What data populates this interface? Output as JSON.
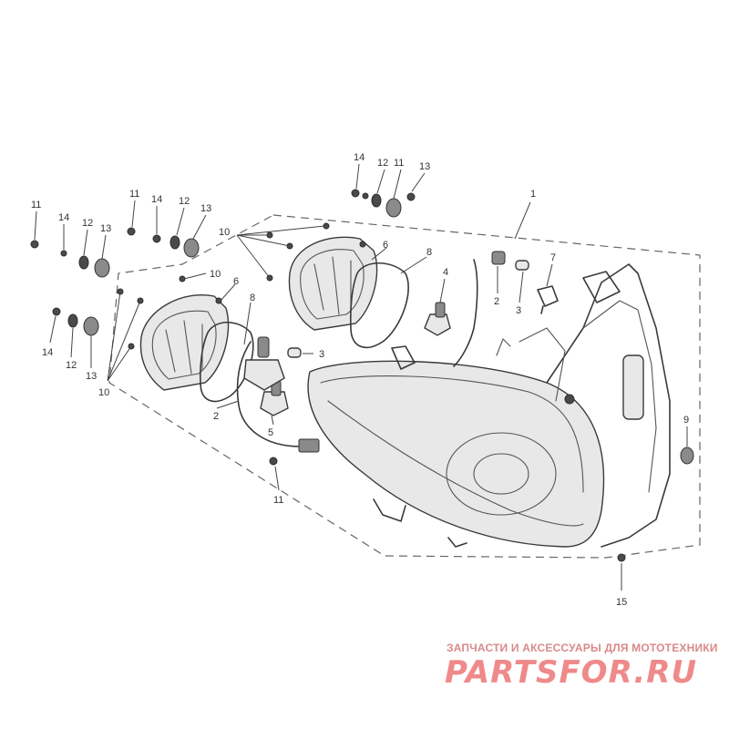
{
  "diagram": {
    "callouts": {
      "c1": "1",
      "c2a": "2",
      "c2b": "2",
      "c3a": "3",
      "c3b": "3",
      "c4": "4",
      "c5": "5",
      "c6a": "6",
      "c6b": "6",
      "c7": "7",
      "c8a": "8",
      "c8b": "8",
      "c9": "9",
      "c10a": "10",
      "c10b": "10",
      "c10c": "10",
      "c11a": "11",
      "c11b": "11",
      "c11c": "11",
      "c11d": "11",
      "c12a": "12",
      "c12b": "12",
      "c12c": "12",
      "c12d": "12",
      "c13a": "13",
      "c13b": "13",
      "c13c": "13",
      "c13d": "13",
      "c14a": "14",
      "c14b": "14",
      "c14c": "14",
      "c14d": "14",
      "c15": "15"
    }
  },
  "watermark": {
    "tagline": "ЗАПЧАСТИ И АКСЕССУАРЫ ДЛЯ МОТОТЕХНИКИ",
    "logo": "PARTSFOR.RU"
  }
}
